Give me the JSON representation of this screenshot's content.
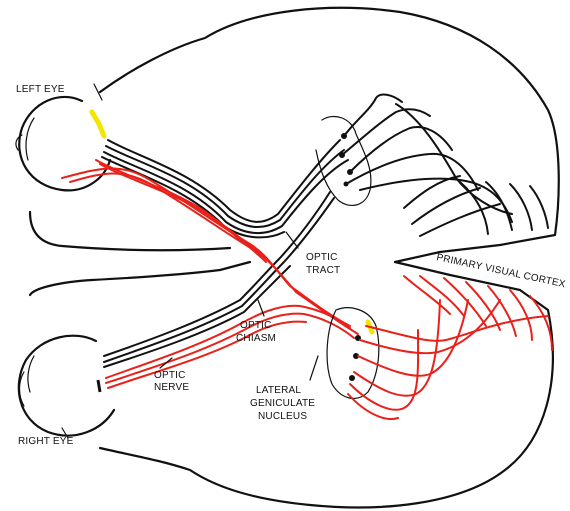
{
  "labels": {
    "left_eye": "LEFT EYE",
    "right_eye": "RIGHT EYE",
    "optic_nerve_line1": "OPTIC",
    "optic_nerve_line2": "NERVE",
    "optic_chiasm_line1": "OPTIC",
    "optic_chiasm_line2": "CHIASM",
    "optic_tract_line1": "OPTIC",
    "optic_tract_line2": "TRACT",
    "lgn_line1": "LATERAL",
    "lgn_line2": "GENICULATE",
    "lgn_line3": "NUCLEUS",
    "primary_visual_cortex": "PRIMARY VISUAL CORTEX"
  },
  "colors": {
    "line_black": "#111111",
    "pathway_red": "#e8211a",
    "highlight_yellow": "#f2e600",
    "background": "#ffffff"
  }
}
